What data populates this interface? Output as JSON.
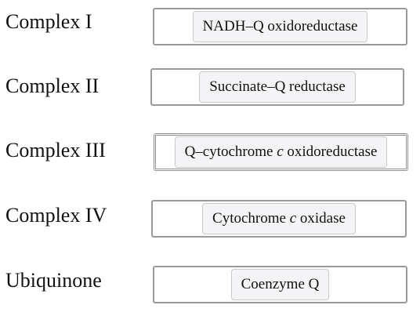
{
  "rows": [
    {
      "label": "Complex I",
      "answer": {
        "pre": "NADH–Q oxidoreductase",
        "italic": "",
        "post": ""
      }
    },
    {
      "label": "Complex II",
      "answer": {
        "pre": "Succinate–Q reductase",
        "italic": "",
        "post": ""
      }
    },
    {
      "label": "Complex III",
      "answer": {
        "pre": "Q–cytochrome ",
        "italic": "c",
        "post": " oxidoreductase"
      }
    },
    {
      "label": "Complex IV",
      "answer": {
        "pre": "Cytochrome ",
        "italic": "c",
        "post": " oxidase"
      }
    },
    {
      "label": "Ubiquinone",
      "answer": {
        "pre": "Coenzyme Q",
        "italic": "",
        "post": ""
      }
    }
  ]
}
